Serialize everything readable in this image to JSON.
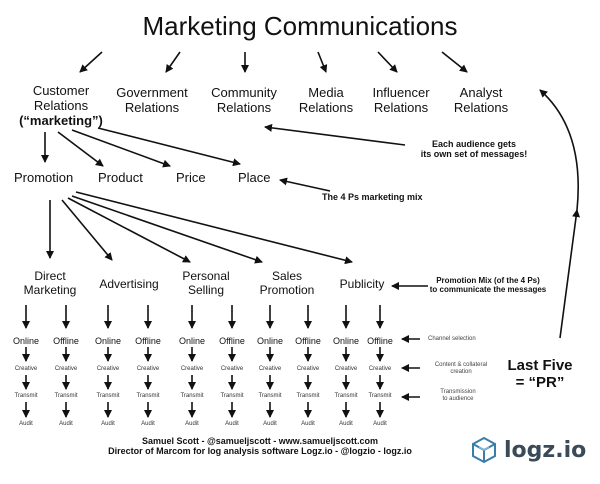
{
  "title": "Marketing Communications",
  "audiences": [
    {
      "line1": "Customer",
      "line2": "Relations",
      "line3": "(“marketing”)"
    },
    {
      "line1": "Government",
      "line2": "Relations"
    },
    {
      "line1": "Community",
      "line2": "Relations"
    },
    {
      "line1": "Media",
      "line2": "Relations"
    },
    {
      "line1": "Influencer",
      "line2": "Relations"
    },
    {
      "line1": "Analyst",
      "line2": "Relations"
    }
  ],
  "audience_note": {
    "line1": "Each audience gets",
    "line2": "its own set of messages!"
  },
  "four_ps": [
    "Promotion",
    "Product",
    "Price",
    "Place"
  ],
  "four_ps_note": "The 4 Ps marketing mix",
  "promotion_tools": [
    {
      "line1": "Direct",
      "line2": "Marketing"
    },
    {
      "line1": "Advertising",
      "line2": ""
    },
    {
      "line1": "Personal",
      "line2": "Selling"
    },
    {
      "line1": "Sales",
      "line2": "Promotion"
    },
    {
      "line1": "Publicity",
      "line2": ""
    }
  ],
  "promotion_mix_note": {
    "line1": "Promotion Mix (of the 4 Ps)",
    "line2": "to communicate the messages"
  },
  "channels": [
    "Online",
    "Offline"
  ],
  "stages": [
    "Creative",
    "Transmit",
    "Audit"
  ],
  "stage_notes": {
    "channel": "Channel selection",
    "content_line1": "Content  & collateral",
    "content_line2": "creation",
    "transmission_line1": "Transmission",
    "transmission_line2": "to audience"
  },
  "last_five": {
    "line1": "Last Five",
    "line2": "= “PR”"
  },
  "credits": {
    "line1": "Samuel Scott - @samueljscott - www.samueljscott.com",
    "line2": "Director of Marcom for log analysis software Logz.io - @logzio - logz.io"
  },
  "logo": {
    "text": "logz.io",
    "icon": "logz-io-cube-icon",
    "color": "#3a4a58"
  }
}
